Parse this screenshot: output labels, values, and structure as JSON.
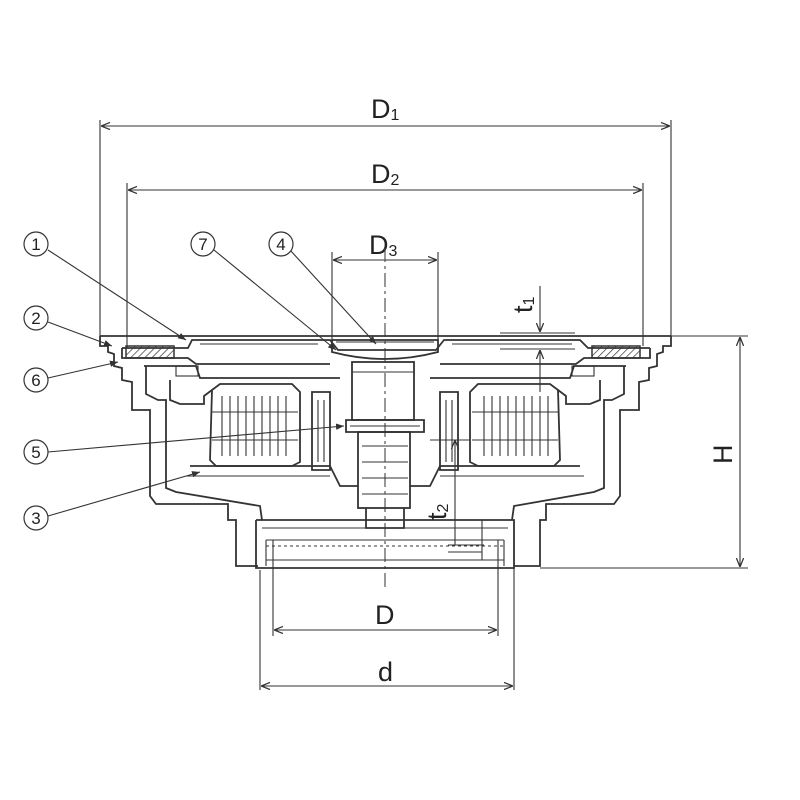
{
  "dimensions": {
    "D1": {
      "main": "D",
      "sub": "1"
    },
    "D2": {
      "main": "D",
      "sub": "2"
    },
    "D3": {
      "main": "D",
      "sub": "3"
    },
    "t1": {
      "main": "t",
      "sub": "1"
    },
    "t2": {
      "main": "t",
      "sub": "2"
    },
    "H": {
      "main": "H"
    },
    "D": {
      "main": "D"
    },
    "d": {
      "main": "d"
    }
  },
  "parts": [
    {
      "id": "part-1",
      "label": "1"
    },
    {
      "id": "part-2",
      "label": "2"
    },
    {
      "id": "part-3",
      "label": "3"
    },
    {
      "id": "part-4",
      "label": "4"
    },
    {
      "id": "part-5",
      "label": "5"
    },
    {
      "id": "part-6",
      "label": "6"
    },
    {
      "id": "part-7",
      "label": "7"
    }
  ],
  "colors": {
    "line": "#333333",
    "background": "#ffffff"
  }
}
